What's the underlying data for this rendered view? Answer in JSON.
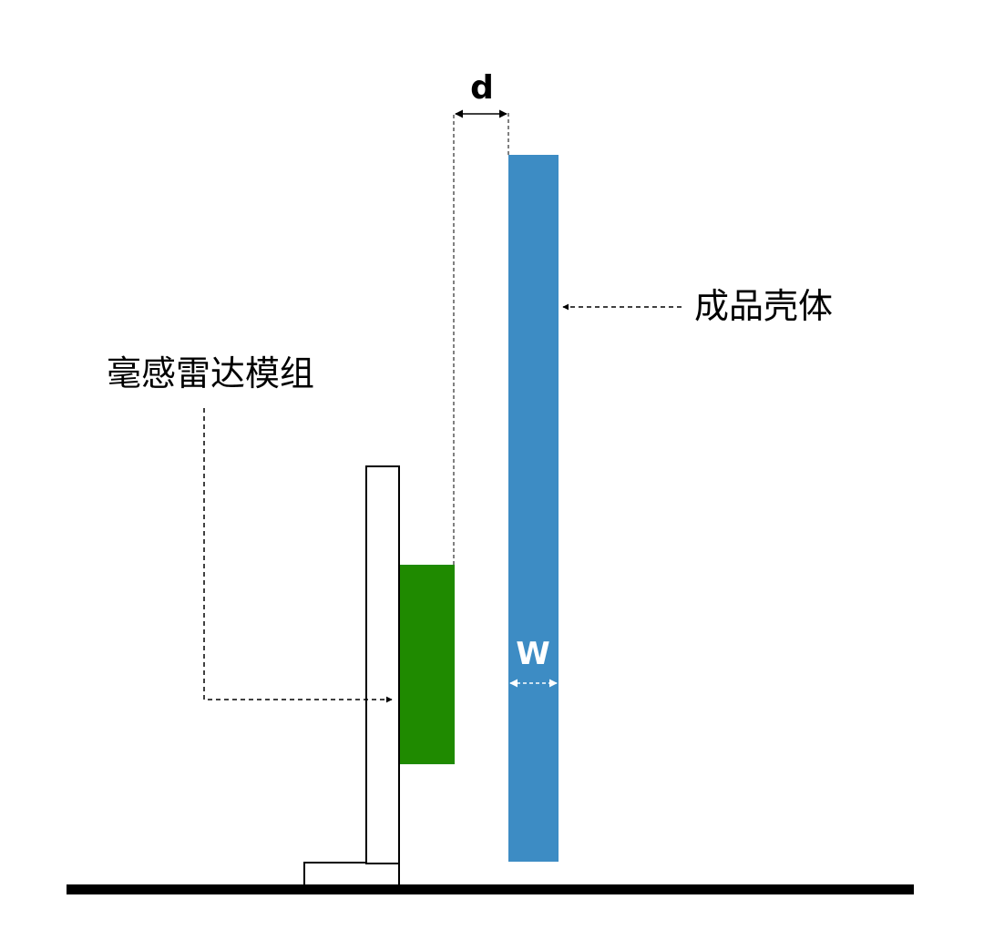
{
  "labels": {
    "radar_module": "毫感雷达模组",
    "product_housing": "成品壳体",
    "gap": "d",
    "thickness": "W"
  },
  "colors": {
    "background": "#ffffff",
    "housing": "#3d8cc4",
    "radar_chip": "#1f8a00",
    "outline": "#000000",
    "ground": "#000000",
    "dimension_line_light": "#ffffff"
  }
}
